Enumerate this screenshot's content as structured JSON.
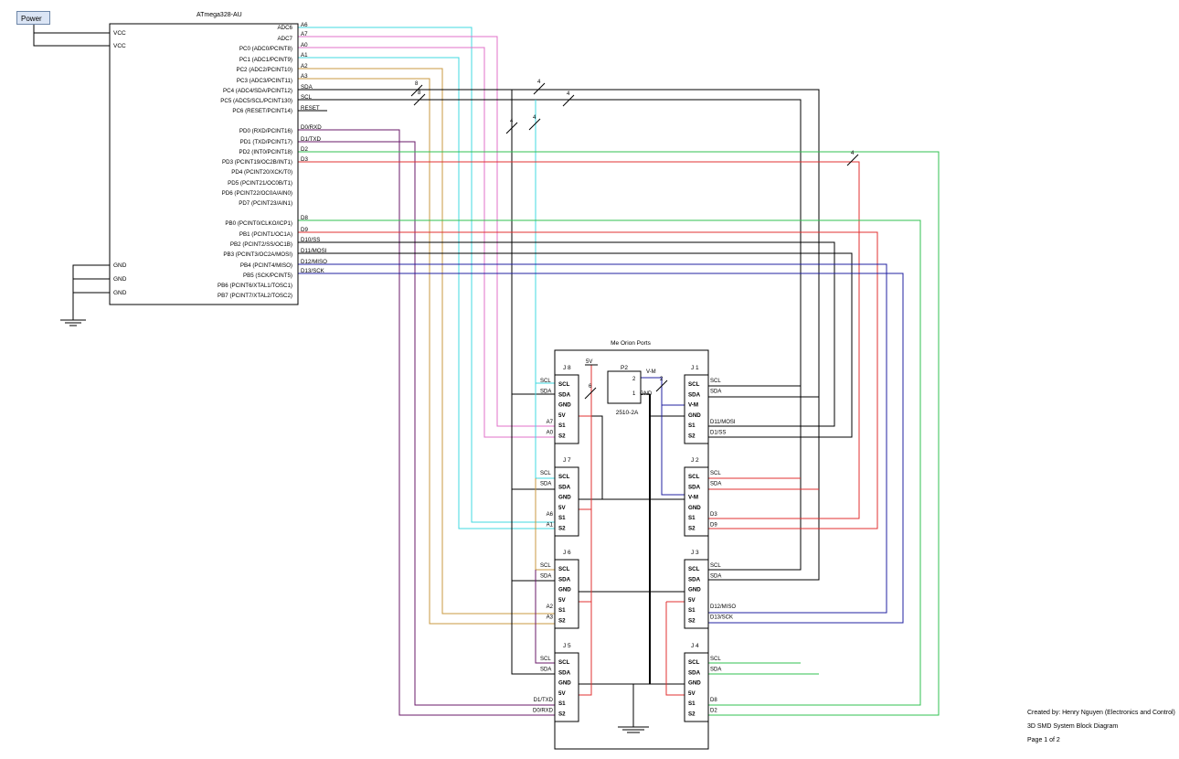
{
  "power_label": "Power",
  "mcu": {
    "title": "ATmega328-AU",
    "left_pins": [
      "VCC",
      "VCC",
      "GND",
      "GND",
      "GND"
    ],
    "right_pins": [
      "ADC6",
      "ADC7",
      "PC0 (ADC0/PCINT8)",
      "PC1 (ADC1/PCINT9)",
      "PC2 (ADC2/PCINT10)",
      "PC3 (ADC3/PCINT11)",
      "PC4 (ADC4/SDA/PCINT12)",
      "PC5 (ADC5/SCL/PCINT130)",
      "PC6 (RESET/PCINT14)",
      "PD0 (RXD/PCINT16)",
      "PD1 (TXD/PCINT17)",
      "PD2 (INT0/PCINT18)",
      "PD3 (PCINT19/OC2B/INT1)",
      "PD4 (PCINT20/XCK/T0)",
      "PD5 (PCINT21/OC0B/T1)",
      "PD6 (PCINT22/OC0A/AIN0)",
      "PD7 (PCINT23/AIN1)",
      "PB0 (PCINT0/CLKO/ICP1)",
      "PB1 (PCINT1/OC1A)",
      "PB2 (PCINT2/SS/OC1B)",
      "PB3 (PCINT3/OC2A/MOSI)",
      "PB4 (PCINT4/MISO)",
      "PB5 (SCK/PCINT5)",
      "PB6 (PCINT6/XTAL1/TOSC1)",
      "PB7 (PCINT7/XTAL2/TOSC2)"
    ],
    "net_labels": [
      "A6",
      "A7",
      "A0",
      "A1",
      "A2",
      "A3",
      "SDA",
      "SCL",
      "RESET",
      "D0/RXD",
      "D1/TXD",
      "D2",
      "D3",
      "D8",
      "D9",
      "D10/SS",
      "D11/MOSI",
      "D12/MISO",
      "D13/SCK"
    ]
  },
  "bus_counts": [
    "8",
    "8",
    "4",
    "4",
    "4",
    "4",
    "4"
  ],
  "orion": {
    "title": "Me Orion Ports",
    "p2_label": "P2",
    "p2_part": "2510-2A",
    "p2_pins": [
      "2",
      "1"
    ],
    "p2_nets": [
      "V-M",
      "GND"
    ],
    "five_v_label": "5V",
    "bus6": "6",
    "bus2": "2",
    "left_ports": [
      {
        "name": "J 8",
        "pins": [
          "SCL",
          "SDA",
          "GND",
          "5V",
          "S1",
          "S2"
        ],
        "nets": [
          "SCL",
          "SDA",
          "A7",
          "A0"
        ]
      },
      {
        "name": "J 7",
        "pins": [
          "SCL",
          "SDA",
          "GND",
          "5V",
          "S1",
          "S2"
        ],
        "nets": [
          "SCL",
          "SDA",
          "A6",
          "A1"
        ]
      },
      {
        "name": "J 6",
        "pins": [
          "SCL",
          "SDA",
          "GND",
          "5V",
          "S1",
          "S2"
        ],
        "nets": [
          "SCL",
          "SDA",
          "A2",
          "A3"
        ]
      },
      {
        "name": "J 5",
        "pins": [
          "SCL",
          "SDA",
          "GND",
          "5V",
          "S1",
          "S2"
        ],
        "nets": [
          "SCL",
          "SDA",
          "D1/TXD",
          "D0/RXD"
        ]
      }
    ],
    "right_ports": [
      {
        "name": "J 1",
        "pins": [
          "SCL",
          "SDA",
          "V-M",
          "GND",
          "S1",
          "S2"
        ],
        "nets": [
          "SCL",
          "SDA",
          "D11/MOSI",
          "D1/SS"
        ]
      },
      {
        "name": "J 2",
        "pins": [
          "SCL",
          "SDA",
          "V-M",
          "GND",
          "S1",
          "S2"
        ],
        "nets": [
          "SCL",
          "SDA",
          "D3",
          "D9"
        ]
      },
      {
        "name": "J 3",
        "pins": [
          "SCL",
          "SDA",
          "GND",
          "5V",
          "S1",
          "S2"
        ],
        "nets": [
          "SCL",
          "SDA",
          "D12/MISO",
          "D13/SCK"
        ]
      },
      {
        "name": "J 4",
        "pins": [
          "SCL",
          "SDA",
          "GND",
          "5V",
          "S1",
          "S2"
        ],
        "nets": [
          "SCL",
          "SDA",
          "D8",
          "D2"
        ]
      }
    ]
  },
  "footer": {
    "line1": "Created by: Henry Nguyen (Electronics and Control)",
    "line2": "3D SMD System Block Diagram",
    "line3": "Page 1 of 2"
  },
  "colors": {
    "cyan": "#40d8e0",
    "pink": "#e070c8",
    "gold": "#c89840",
    "black": "#000000",
    "purple": "#6a1a6a",
    "green": "#30c050",
    "red": "#e03030",
    "navy": "#2020a0"
  }
}
